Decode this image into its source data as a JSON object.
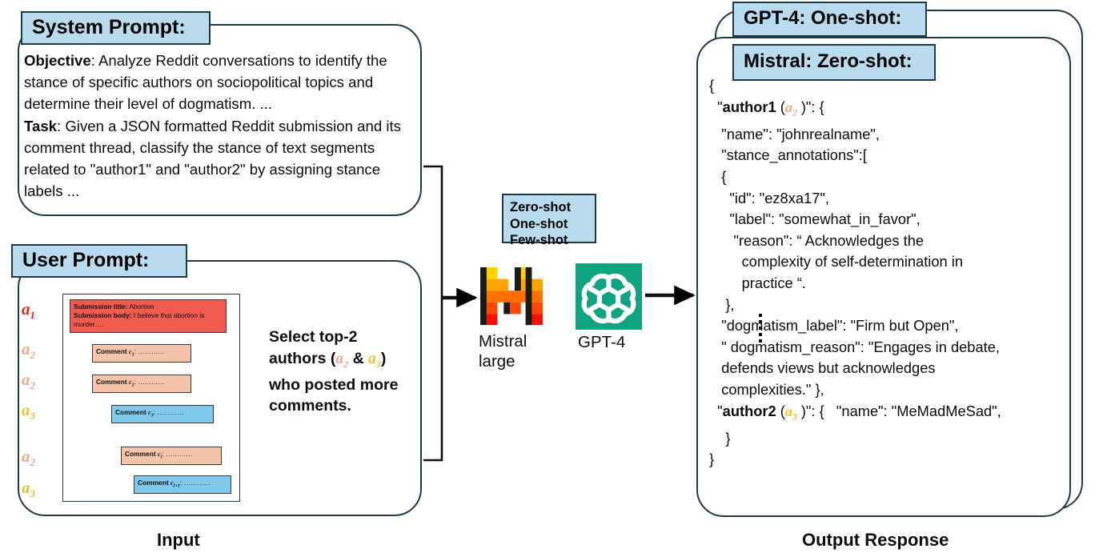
{
  "diagram": {
    "input_caption": "Input",
    "output_caption": "Output Response"
  },
  "system_prompt": {
    "badge": "System Prompt:",
    "objective_label": "Objective",
    "objective_text": ": Analyze Reddit conversations to identify the stance of specific authors on sociopolitical topics and determine their level of dogmatism. ...",
    "task_label": "Task",
    "task_text": ": Given a JSON formatted Reddit submission and its comment thread, classify the stance of text segments related to \"author1\" and \"author2\" by assigning stance labels ..."
  },
  "user_prompt": {
    "badge": "User Prompt:",
    "author_labels": [
      "a1",
      "a2",
      "a2",
      "a3",
      "a2",
      "a3"
    ],
    "thread": {
      "submission_title_label": "Submission title:",
      "submission_title_value": " Abortion",
      "submission_body_label": "Submission body:",
      "submission_body_value": " I believe that abortion is murder….",
      "comments": [
        {
          "label": "Comment",
          "id": "c1",
          "dots": ": …………"
        },
        {
          "label": "Comment",
          "id": "c2",
          "dots": ": …………"
        },
        {
          "label": "Comment",
          "id": "c3",
          "dots": ": …………"
        },
        {
          "label": "Comment",
          "id": "ci",
          "dots": ": …………"
        },
        {
          "label": "Comment",
          "id": "ci+1",
          "dots": ": …………"
        }
      ]
    },
    "select_text_part1": "Select top-2 authors (",
    "select_a2": "a2",
    "select_amp": " & ",
    "select_a3": "a3",
    "select_text_part2": ") who posted more comments."
  },
  "models": {
    "shot_types": [
      "Zero-shot",
      "One-shot",
      "Few-shot"
    ],
    "mistral_caption": "Mistral large",
    "gpt_caption": "GPT-4",
    "mistral_icon": "mistral-logo-icon",
    "gpt_icon": "openai-logo-icon"
  },
  "output": {
    "gpt_badge": "GPT-4: One-shot:",
    "mistral_badge": "Mistral: Zero-shot:",
    "json_lines": [
      "{",
      "  \"author1 (a2)\": {",
      "   \"name\": \"johnrealname\",",
      "   \"stance_annotations\":[",
      "   {",
      "     \"id\": \"ez8xa17\",",
      "     \"label\": \"somewhat_in_favor\",",
      "      \"reason\": “ Acknowledges the",
      "        complexity of self-determination in",
      "        practice “.",
      "    },",
      "   \"dogmatism_label\": \"Firm but Open\",",
      "   \" dogmatism_reason\": \"Engages in debate,",
      "   defends views but acknowledges",
      "   complexities.\" },",
      "  \"author2 (a3)\": {   \"name\": \"MeMadMeSad\",",
      "    }",
      "}"
    ]
  },
  "colors": {
    "badge_blue": "#b8dcee",
    "border_navy": "#1f3a47",
    "a1_red": "#e8251f",
    "a2_peach": "#f0a98a",
    "a3_gold": "#f5c124",
    "submission_red": "#f05a4f",
    "comment_peach": "#f4c3a8",
    "comment_blue": "#7fc8ec",
    "gpt_green": "#10a37f"
  }
}
